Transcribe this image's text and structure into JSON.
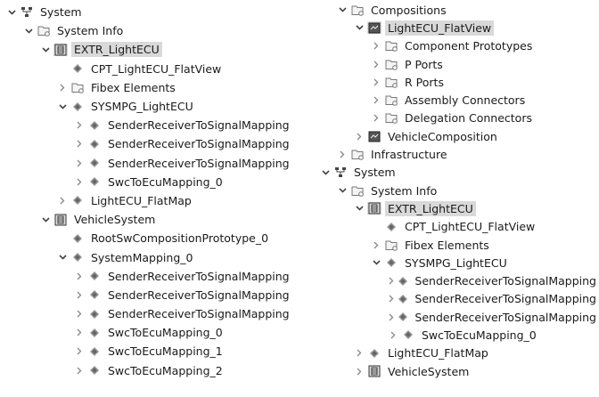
{
  "left_tree": [
    {
      "label": "System",
      "level": 0,
      "chevron": "down",
      "icon": "system"
    },
    {
      "label": "System Info",
      "level": 1,
      "chevron": "down",
      "icon": "folder"
    },
    {
      "label": "EXTR_LightECU",
      "level": 2,
      "chevron": "down",
      "icon": "ecu",
      "selected": true
    },
    {
      "label": "CPT_LightECU_FlatView",
      "level": 3,
      "chevron": "none",
      "icon": "element"
    },
    {
      "label": "Fibex Elements",
      "level": 3,
      "chevron": "right",
      "icon": "folder"
    },
    {
      "label": "SYSMPG_LightECU",
      "level": 3,
      "chevron": "down",
      "icon": "element"
    },
    {
      "label": "SenderReceiverToSignalMapping",
      "level": 4,
      "chevron": "right",
      "icon": "element"
    },
    {
      "label": "SenderReceiverToSignalMapping",
      "level": 4,
      "chevron": "right",
      "icon": "element"
    },
    {
      "label": "SenderReceiverToSignalMapping",
      "level": 4,
      "chevron": "right",
      "icon": "element"
    },
    {
      "label": "SwcToEcuMapping_0",
      "level": 4,
      "chevron": "right",
      "icon": "element"
    },
    {
      "label": "LightECU_FlatMap",
      "level": 3,
      "chevron": "right",
      "icon": "element"
    },
    {
      "label": "VehicleSystem",
      "level": 2,
      "chevron": "down",
      "icon": "ecu"
    },
    {
      "label": "RootSwCompositionPrototype_0",
      "level": 3,
      "chevron": "none",
      "icon": "element"
    },
    {
      "label": "SystemMapping_0",
      "level": 3,
      "chevron": "down",
      "icon": "element"
    },
    {
      "label": "SenderReceiverToSignalMapping",
      "level": 4,
      "chevron": "right",
      "icon": "element"
    },
    {
      "label": "SenderReceiverToSignalMapping",
      "level": 4,
      "chevron": "right",
      "icon": "element"
    },
    {
      "label": "SenderReceiverToSignalMapping",
      "level": 4,
      "chevron": "right",
      "icon": "element"
    },
    {
      "label": "SwcToEcuMapping_0",
      "level": 4,
      "chevron": "right",
      "icon": "element"
    },
    {
      "label": "SwcToEcuMapping_1",
      "level": 4,
      "chevron": "right",
      "icon": "element"
    },
    {
      "label": "SwcToEcuMapping_2",
      "level": 4,
      "chevron": "right",
      "icon": "element"
    }
  ],
  "right_tree": [
    {
      "label": "Compositions",
      "level": 1,
      "chevron": "down",
      "icon": "folder"
    },
    {
      "label": "LightECU_FlatView",
      "level": 2,
      "chevron": "down",
      "icon": "composition",
      "selected": true
    },
    {
      "label": "Component Prototypes",
      "level": 3,
      "chevron": "right",
      "icon": "folder"
    },
    {
      "label": "P Ports",
      "level": 3,
      "chevron": "right",
      "icon": "folder"
    },
    {
      "label": "R Ports",
      "level": 3,
      "chevron": "right",
      "icon": "folder"
    },
    {
      "label": "Assembly Connectors",
      "level": 3,
      "chevron": "right",
      "icon": "folder"
    },
    {
      "label": "Delegation Connectors",
      "level": 3,
      "chevron": "right",
      "icon": "folder"
    },
    {
      "label": "VehicleComposition",
      "level": 2,
      "chevron": "right",
      "icon": "composition"
    },
    {
      "label": "Infrastructure",
      "level": 1,
      "chevron": "right",
      "icon": "folder"
    },
    {
      "label": "System",
      "level": 0,
      "chevron": "down",
      "icon": "system"
    },
    {
      "label": "System Info",
      "level": 1,
      "chevron": "down",
      "icon": "folder"
    },
    {
      "label": "EXTR_LightECU",
      "level": 2,
      "chevron": "down",
      "icon": "ecu",
      "selected": true
    },
    {
      "label": "CPT_LightECU_FlatView",
      "level": 3,
      "chevron": "none",
      "icon": "element"
    },
    {
      "label": "Fibex Elements",
      "level": 3,
      "chevron": "right",
      "icon": "folder"
    },
    {
      "label": "SYSMPG_LightECU",
      "level": 3,
      "chevron": "down",
      "icon": "element"
    },
    {
      "label": "SenderReceiverToSignalMapping",
      "level": 4,
      "chevron": "right",
      "icon": "element"
    },
    {
      "label": "SenderReceiverToSignalMapping",
      "level": 4,
      "chevron": "right",
      "icon": "element"
    },
    {
      "label": "SenderReceiverToSignalMapping",
      "level": 4,
      "chevron": "right",
      "icon": "element"
    },
    {
      "label": "SwcToEcuMapping_0",
      "level": 4,
      "chevron": "right",
      "icon": "element"
    },
    {
      "label": "LightECU_FlatMap",
      "level": 2,
      "chevron": "right",
      "icon": "element"
    },
    {
      "label": "VehicleSystem",
      "level": 2,
      "chevron": "right",
      "icon": "ecu"
    }
  ]
}
